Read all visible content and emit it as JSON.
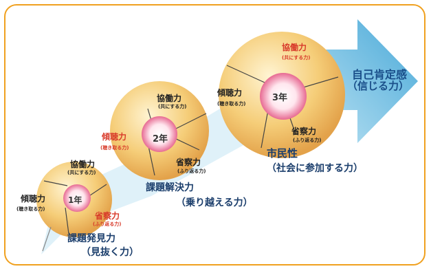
{
  "colors": {
    "frame": "#f0a01e",
    "sphere": "#f2c46a",
    "arrow": "#7cc8e6",
    "accent_red": "#d83a2a",
    "text_blue": "#1a4f8a"
  },
  "goal": {
    "title": "自己肯定感",
    "sub": "（信じる力）"
  },
  "stage1": {
    "year": "1年",
    "kyodo": "協働力",
    "kyodo_sub": "(共にする力)",
    "keicho": "傾聴力",
    "keicho_sub": "(聴き取る力)",
    "shosatsu": "省察力",
    "shosatsu_sub": "(ふり返る力)",
    "outcome": "課題発見力",
    "outcome_sub": "（見抜く力）"
  },
  "stage2": {
    "year": "2年",
    "kyodo": "協働力",
    "kyodo_sub": "(共にする力)",
    "keicho": "傾聴力",
    "keicho_sub": "(聴き取る力)",
    "shosatsu": "省察力",
    "shosatsu_sub": "(ふり返る力)",
    "outcome": "課題解決力",
    "outcome_sub": "（乗り越える力）"
  },
  "stage3": {
    "year": "3年",
    "kyodo": "協働力",
    "kyodo_sub": "(共にする力)",
    "keicho": "傾聴力",
    "keicho_sub": "(聴き取る力)",
    "shosatsu": "省察力",
    "shosatsu_sub": "(ふり返る力)",
    "outcome": "市民性",
    "outcome_sub": "（社会に参加する力）"
  }
}
